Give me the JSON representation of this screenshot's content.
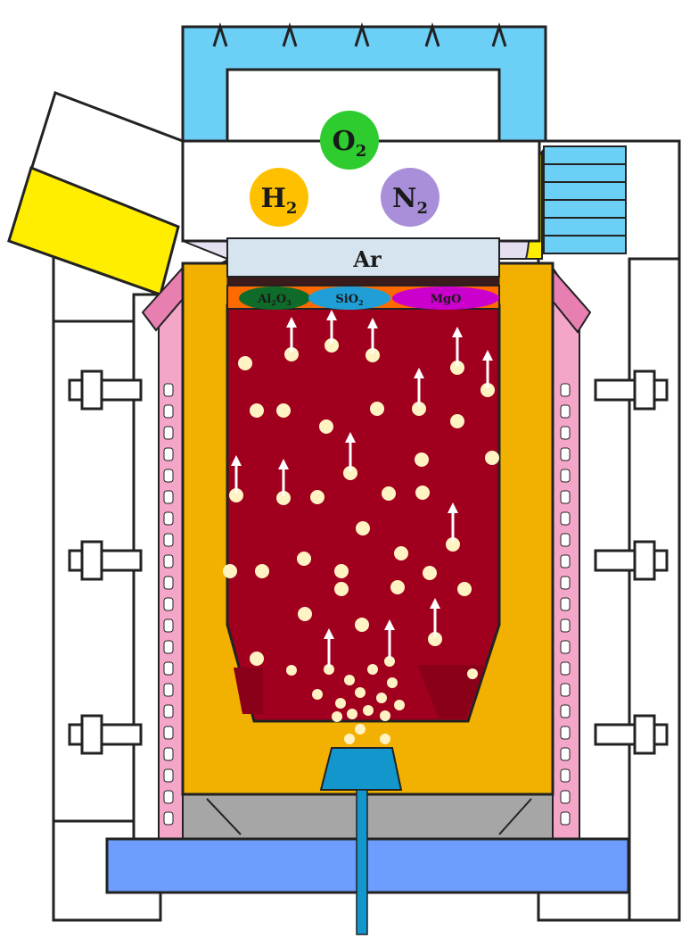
{
  "gases": [
    {
      "symbol": "O",
      "sub": "2",
      "color": "#2ecc2e"
    },
    {
      "symbol": "H",
      "sub": "2",
      "color": "#ffc000"
    },
    {
      "symbol": "N",
      "sub": "2",
      "color": "#a98fd9"
    }
  ],
  "argon": {
    "label": "Ar",
    "color": "#d6e4f0"
  },
  "slag": [
    {
      "symbol": "Al",
      "sub1": "2",
      "mid": "O",
      "sub2": "3",
      "color": "#0f6b2a"
    },
    {
      "symbol": "Si",
      "sub1": "",
      "mid": "O",
      "sub2": "2",
      "color": "#1f9fd6"
    },
    {
      "symbol": "Mg",
      "sub1": "",
      "mid": "O",
      "sub2": "",
      "color": "#cc00cc"
    }
  ],
  "colors": {
    "hood": "#6ccff6",
    "refractory": "#f2b000",
    "melt": "#a0001e",
    "slag_layer": "#ff6a00",
    "coil": "#f4a6c8",
    "base": "#6d9eff",
    "support": "#a6a6a6",
    "bubble": "#fff3c4",
    "plug": "#1296cc",
    "chute_fill": "#ffee00"
  }
}
